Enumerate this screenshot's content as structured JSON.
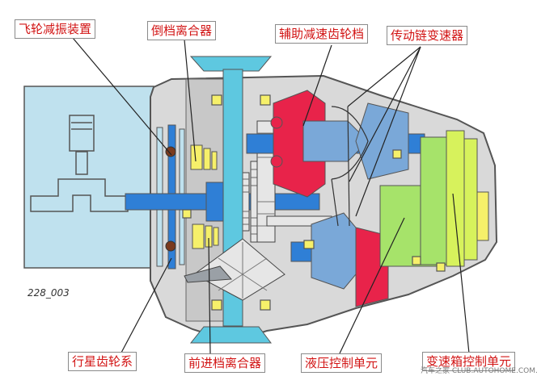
{
  "labels": {
    "flywheel_damper": "飞轮减振装置",
    "reverse_clutch": "倒档离合器",
    "aux_reduction_gear": "辅助减速齿轮档",
    "chain_transmission": "传动链变速器",
    "planetary_gear": "行星齿轮系",
    "forward_clutch": "前进档离合器",
    "hydraulic_control": "液压控制单元",
    "transmission_control": "变速箱控制单元"
  },
  "figure_code": "228_003",
  "watermark": "汽车之家 CLUB.AUTOHOME.COM.CN",
  "colors": {
    "housing": "#d9d9d9",
    "outline": "#555555",
    "shaft_blue": "#2f7fd6",
    "light_blue": "#bfe1ee",
    "cyan": "#5ec8e0",
    "pulley_blue": "#7aa8d8",
    "red": "#e8234a",
    "green": "#a6e36a",
    "yellow_green": "#d7f25c",
    "yellow": "#f6f06a",
    "label_red": "#d21414"
  }
}
